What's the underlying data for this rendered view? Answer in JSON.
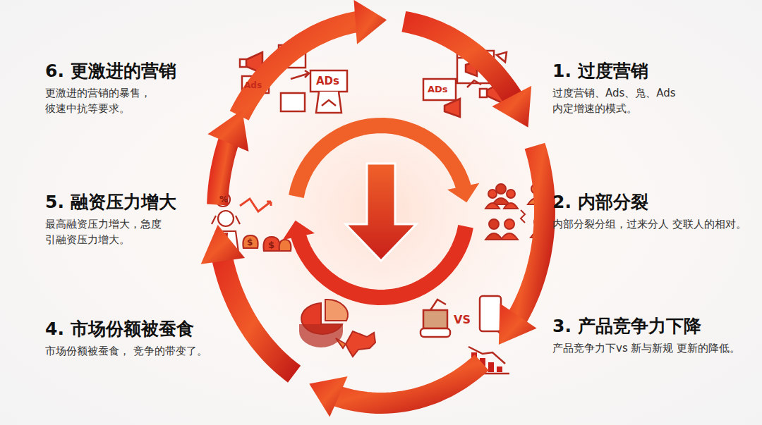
{
  "diagram": {
    "nodes": [
      {
        "text": [
          "1. 过度营销",
          "过度营销、Ads、凫、Ads 内定增速的模式。"
        ]
      },
      {
        "text": [
          "2. 内部分裂",
          "内部分裂分组，过来分人 交联人的相对。"
        ]
      },
      {
        "text": [
          "3. 产品竞争力下降",
          "产品竞争力下vs 新与新规 更新的降低。"
        ]
      },
      {
        "text": [
          "4. 市场份额被蚕食",
          "市场份额被蚕食， 竞争的带变了。"
        ]
      },
      {
        "text": [
          "5. 融资压力增大",
          "最高融资压力增大，急度 引融资压力增大。"
        ]
      },
      {
        "text": [
          "6. 更激进的营销",
          "更激进的营销的暴售， 彼速中抗等要求。"
        ]
      }
    ],
    "labels": [
      "Ads",
      "ADs",
      "ADs",
      "VS",
      "%",
      "$",
      "$"
    ]
  }
}
